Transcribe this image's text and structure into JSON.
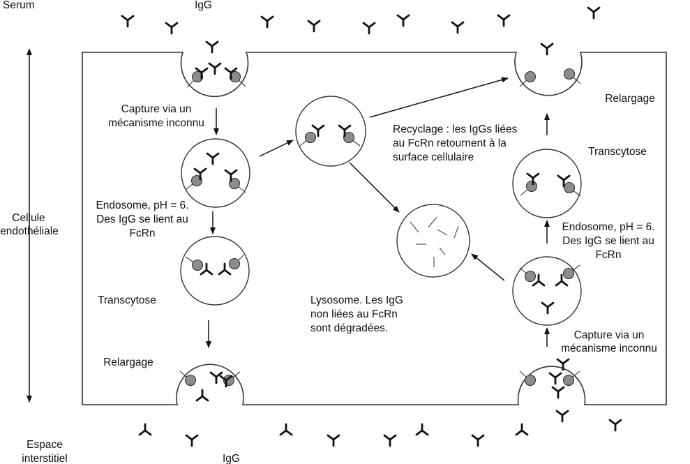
{
  "labels": {
    "serum": "Serum",
    "igg_top": "IgG",
    "espace_1": "Espace",
    "espace_2": "interstitiel",
    "igg_bottom": "IgG",
    "cellule_1": "Cellule",
    "cellule_2": "endothéliale",
    "capture_left_1": "Capture via un",
    "capture_left_2": "mécanisme inconnu",
    "endosome_left_1": "Endosome, pH = 6.",
    "endosome_left_2": "Des IgG se lient au",
    "endosome_left_3": "FcRn",
    "transcytose_left": "Transcytose",
    "relargage_left": "Relargage",
    "recyclage_1": "Recyclage : les IgGs liées",
    "recyclage_2": "au FcRn retournent à la",
    "recyclage_3": "surface cellulaire",
    "lysosome_1": "Lysosome. Les IgG",
    "lysosome_2": "non liées au FcRn",
    "lysosome_3": "sont dégradées.",
    "relargage_right": "Relargage",
    "transcytose_right": "Transcytose",
    "endosome_right_1": "Endosome, pH = 6.",
    "endosome_right_2": "Des IgG se lient au",
    "endosome_right_3": "FcRn",
    "capture_right_1": "Capture via un",
    "capture_right_2": "mécanisme inconnu"
  },
  "colors": {
    "line": "#333333",
    "receptor_fill": "#8c8c8c",
    "text": "#111111",
    "background": "#ffffff"
  },
  "icons": {
    "antibody": "igg-y-shape-icon",
    "receptor": "fcrn-receptor-icon"
  }
}
